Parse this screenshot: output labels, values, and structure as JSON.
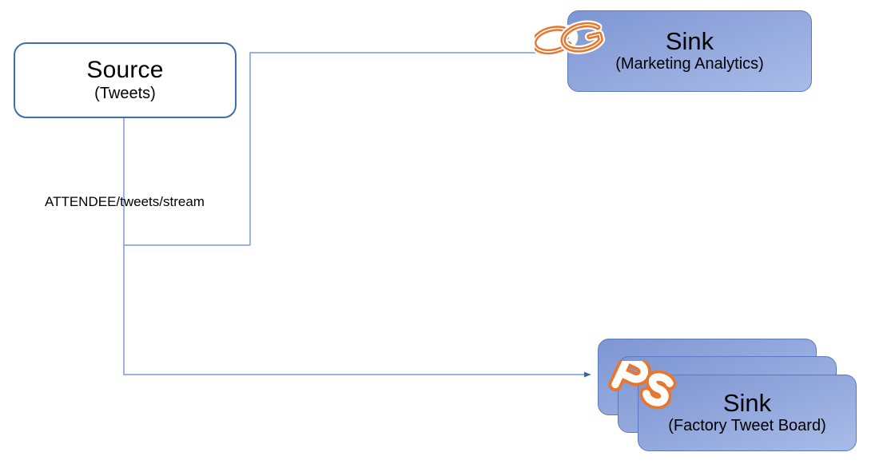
{
  "diagram": {
    "title": "Tweet stream routing diagram",
    "background_color": "#FFFFFF",
    "source": {
      "name": "source-node",
      "title": "Source",
      "subtitle": "(Tweets)",
      "border_color": "#3C6DB5",
      "fill_color": "#FFFFFF"
    },
    "edges": [
      {
        "name": "edge-source-to-marketing-analytics",
        "label": "",
        "from": "Source",
        "to": "Sink (Marketing Analytics)",
        "color": "#6E8FD0"
      },
      {
        "name": "edge-source-to-factory-tweet-board",
        "label": "ATTENDEE/tweets/stream",
        "from": "Source",
        "to": "Sink (Factory Tweet Board)",
        "color": "#6E8FD0"
      }
    ],
    "edge_label": "ATTENDEE/tweets/stream",
    "sinks": [
      {
        "name": "sink-marketing-analytics",
        "title": "Sink",
        "subtitle": "(Marketing Analytics)",
        "logo": "cg-logo",
        "logo_text": "CG",
        "fill_color": "#8EA4DA",
        "border_color": "#5B79C0",
        "stacked": false
      },
      {
        "name": "sink-factory-tweet-board",
        "title": "Sink",
        "subtitle": "(Factory Tweet Board)",
        "logo": "ps-logo",
        "logo_text": "PS",
        "fill_color": "#8EA4DA",
        "border_color": "#5B79C0",
        "stacked": true,
        "stack_count": 3
      }
    ],
    "colors": {
      "connector_blue": "#6E8FD0",
      "arrowhead_blue": "#3A63AD",
      "source_border": "#3C6DB5",
      "sink_fill": "#8EA4DA",
      "logo_orange": "#E8762C",
      "logo_white": "#FFFFFF",
      "text": "#000000"
    }
  }
}
